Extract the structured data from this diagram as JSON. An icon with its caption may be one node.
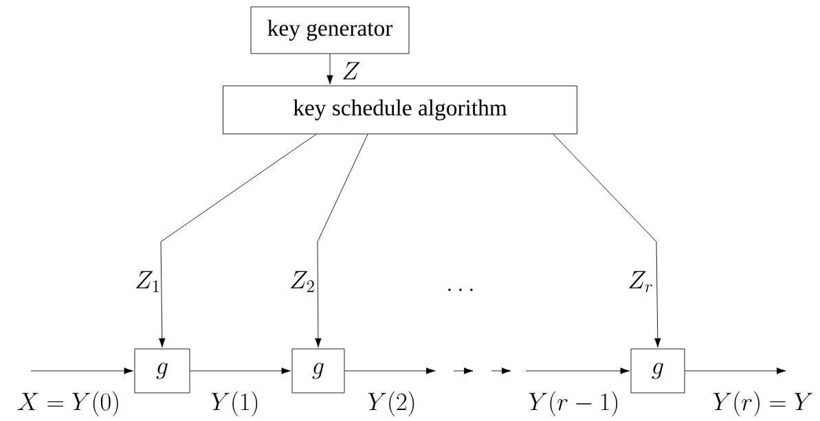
{
  "diagram": {
    "nodes": [
      {
        "text": [
          "key generator"
        ]
      },
      {
        "text": [
          "key schedule algorithm"
        ]
      },
      {
        "text": [
          "g"
        ]
      },
      {
        "text": [
          "g"
        ]
      },
      {
        "text": [
          "g"
        ]
      }
    ],
    "edges": [
      {
        "from": 0,
        "to": 1,
        "arrow": "to",
        "label": "Z"
      },
      {
        "from": 1,
        "to": 2,
        "arrow": "to",
        "label": "Z_1"
      },
      {
        "from": 1,
        "to": 3,
        "arrow": "to",
        "label": "Z_2"
      },
      {
        "from": 1,
        "to": 4,
        "arrow": "to",
        "label": "Z_r"
      },
      {
        "from": null,
        "to": 2,
        "arrow": "to",
        "label": "X = Y(0)"
      },
      {
        "from": 2,
        "to": 3,
        "arrow": "to",
        "label": "Y(1)"
      },
      {
        "from": 3,
        "to": null,
        "arrow": "to",
        "label": "Y(2)"
      },
      {
        "from": null,
        "to": 4,
        "arrow": "to",
        "label": "Y(r-1)"
      },
      {
        "from": 4,
        "to": null,
        "arrow": "to",
        "label": "Y(r) = Y"
      }
    ],
    "labels": [
      "\\ldots"
    ]
  }
}
